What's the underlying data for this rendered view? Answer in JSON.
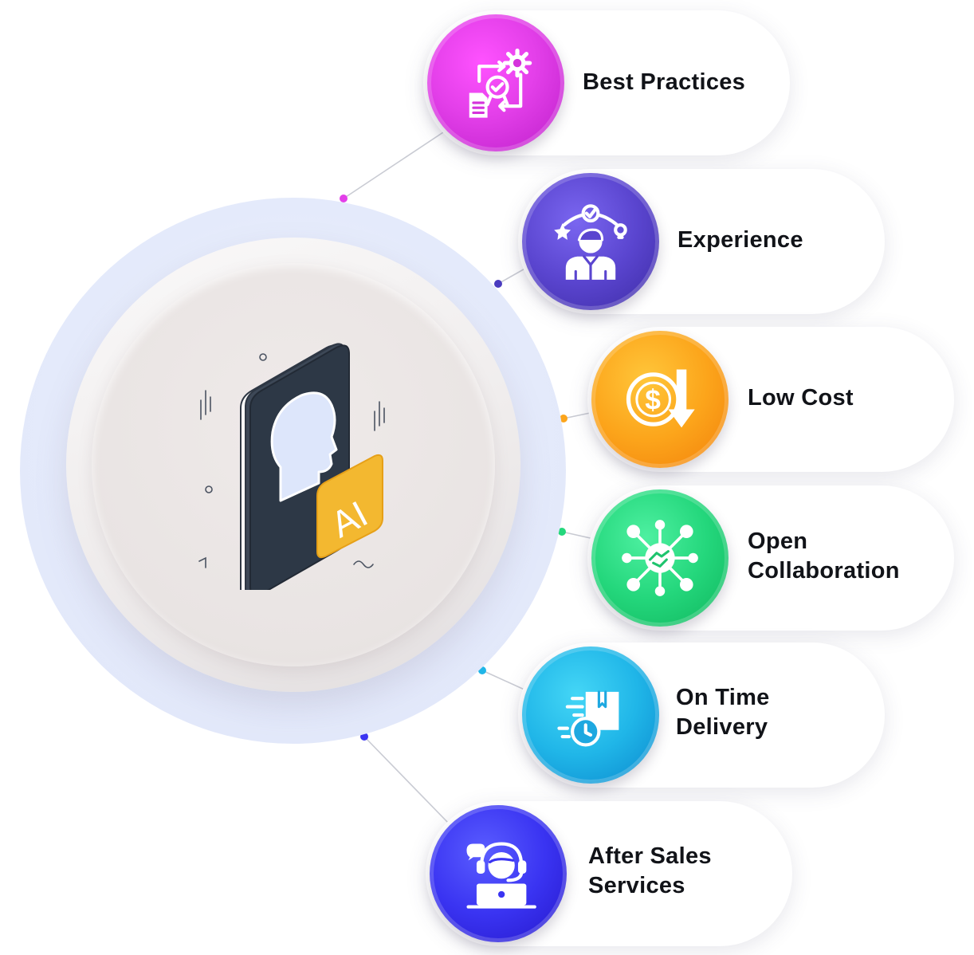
{
  "hub": {
    "badge_text": "AI",
    "icon": "ai-head-phone-icon"
  },
  "items": [
    {
      "label": "Best Practices",
      "icon": "process-gear-certificate-icon",
      "color": "#e33fe9"
    },
    {
      "label": "Experience",
      "icon": "expert-person-icon",
      "color": "#5a45cf"
    },
    {
      "label": "Low Cost",
      "icon": "dollar-coin-down-arrow-icon",
      "color": "#fca51b"
    },
    {
      "label": "Open\nCollaboration",
      "icon": "handshake-network-icon",
      "color": "#24d77c"
    },
    {
      "label": "On Time\nDelivery",
      "icon": "fast-delivery-box-clock-icon",
      "color": "#20b6e8"
    },
    {
      "label": "After Sales\nServices",
      "icon": "support-agent-headset-icon",
      "color": "#3a34f2"
    }
  ]
}
